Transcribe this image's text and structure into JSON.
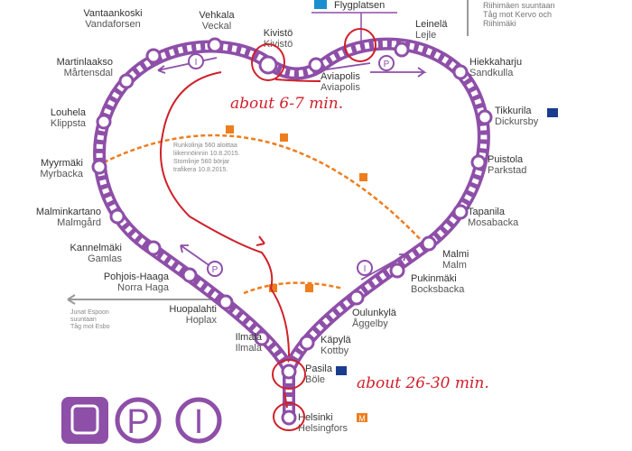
{
  "airport": {
    "label": "Flygplatsen",
    "icon": "airplane-icon"
  },
  "top_right_note": [
    "Riihimäen suuntaan",
    "Tåg mot Kervo och",
    "Riihimäki"
  ],
  "left_note": [
    "Junat Espoon",
    "suuntaan",
    "Tåg mot Esbo"
  ],
  "bus_note": [
    "Runkolinja 560 aloittaa",
    "liikennöinnin 10.8.2015.",
    "Stomlinje 560 börjar",
    "trafikera 10.8.2015."
  ],
  "bus_line": "560",
  "stations": [
    {
      "fi": "Vantaankoski",
      "sv": "Vandaforsen"
    },
    {
      "fi": "Vehkala",
      "sv": "Veckal"
    },
    {
      "fi": "Kivistö",
      "sv": "Kivistö"
    },
    {
      "fi": "Aviapolis",
      "sv": "Aviapolis"
    },
    {
      "fi": "Leinelä",
      "sv": "Lejle"
    },
    {
      "fi": "Hiekkaharju",
      "sv": "Sandkulla"
    },
    {
      "fi": "Tikkurila",
      "sv": "Dickursby"
    },
    {
      "fi": "Puistola",
      "sv": "Parkstad"
    },
    {
      "fi": "Tapanila",
      "sv": "Mosabacka"
    },
    {
      "fi": "Malmi",
      "sv": "Malm"
    },
    {
      "fi": "Pukinmäki",
      "sv": "Bocksbacka"
    },
    {
      "fi": "Oulunkylä",
      "sv": "Åggelby"
    },
    {
      "fi": "Käpylä",
      "sv": "Kottby"
    },
    {
      "fi": "Pasila",
      "sv": "Böle"
    },
    {
      "fi": "Helsinki",
      "sv": "Helsingfors"
    },
    {
      "fi": "Martinlaakso",
      "sv": "Mårtensdal"
    },
    {
      "fi": "Louhela",
      "sv": "Klippsta"
    },
    {
      "fi": "Myyrmäki",
      "sv": "Myrbacka"
    },
    {
      "fi": "Malminkartano",
      "sv": "Malmgård"
    },
    {
      "fi": "Kannelmäki",
      "sv": "Gamlas"
    },
    {
      "fi": "Pohjois-Haaga",
      "sv": "Norra Haga"
    },
    {
      "fi": "Huopalahti",
      "sv": "Hoplax"
    },
    {
      "fi": "Ilmala",
      "sv": "Ilmala"
    }
  ],
  "legend": [
    {
      "icon": "train-icon"
    },
    {
      "icon": "parking-icon",
      "label": "P"
    },
    {
      "icon": "info-icon",
      "label": "I"
    }
  ],
  "annotations": [
    "about 6-7 min.",
    "about 26-30 min."
  ],
  "colors": {
    "line": "#8e4fa8",
    "bus": "#ee7d1e",
    "annotation": "#d0202a",
    "airport": "#1a8fd0"
  }
}
